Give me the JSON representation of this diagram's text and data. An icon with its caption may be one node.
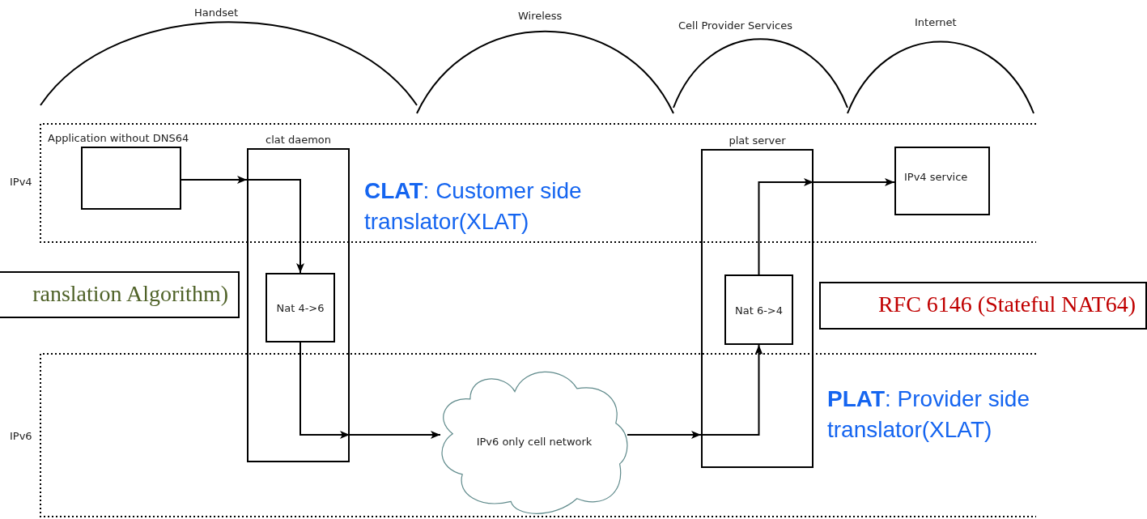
{
  "diagram": {
    "nodes": [
      {
        "text": [
          "Application without DNS64"
        ]
      },
      {
        "text": [
          "clat daemon"
        ]
      },
      {
        "text": [
          "Nat 4->6"
        ],
        "in": 1
      },
      {
        "text": [
          "IPv6 only cell network"
        ]
      },
      {
        "text": [
          "plat server"
        ]
      },
      {
        "text": [
          "Nat 6->4"
        ],
        "in": 4
      },
      {
        "text": [
          "IPv4 service"
        ]
      },
      {
        "text": [
          "ranslation Algorithm)"
        ]
      },
      {
        "text": [
          "RFC 6146 (Stateful NAT64)"
        ]
      }
    ],
    "edges": [
      {
        "from": 0,
        "to": 1,
        "arrow": "to"
      },
      {
        "from": 1,
        "to": 2,
        "arrow": "to"
      },
      {
        "from": 2,
        "to": 1,
        "arrow": "to"
      },
      {
        "from": 1,
        "to": 3,
        "arrow": "to"
      },
      {
        "from": 3,
        "to": 4,
        "arrow": "to"
      },
      {
        "from": 4,
        "to": 5,
        "arrow": "to"
      },
      {
        "from": 5,
        "to": 4,
        "arrow": "to"
      },
      {
        "from": 4,
        "to": 6,
        "arrow": "to"
      }
    ],
    "labels": [
      "Handset",
      "Wireless",
      "Cell Provider Services",
      "Internet",
      "IPv4",
      "**CLAT**: Customer side translator(XLAT)",
      "IPv6",
      "**PLAT**: Provider side translator(XLAT)"
    ]
  }
}
